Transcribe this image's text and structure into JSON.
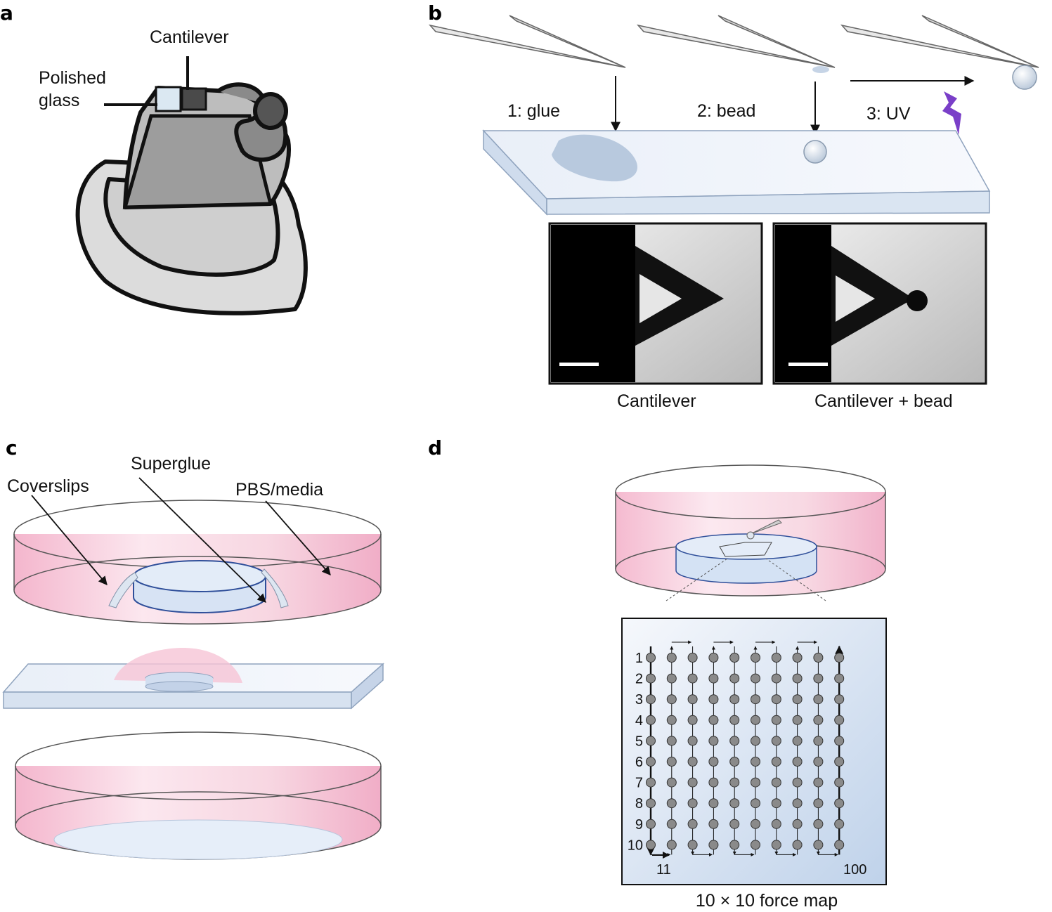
{
  "panels": {
    "a": {
      "letter": "a",
      "labels": {
        "cantilever": "Cantilever",
        "polished_line1": "Polished",
        "polished_line2": "glass"
      }
    },
    "b": {
      "letter": "b",
      "steps": [
        "1: glue",
        "2: bead",
        "3: UV"
      ],
      "image_captions": [
        "Cantilever",
        "Cantilever + bead"
      ]
    },
    "c": {
      "letter": "c",
      "labels": {
        "coverslips": "Coverslips",
        "superglue": "Superglue",
        "media": "PBS/media"
      }
    },
    "d": {
      "letter": "d",
      "grid": {
        "rows": 10,
        "cols": 10
      },
      "row_labels": [
        "1",
        "2",
        "3",
        "4",
        "5",
        "6",
        "7",
        "8",
        "9",
        "10"
      ],
      "index_labels": {
        "second_column_start": "11",
        "last": "100"
      },
      "caption": "10 × 10 force map"
    }
  },
  "colors": {
    "media_pink": "#f2b8cc",
    "glass_blue": "#c9d8ec",
    "outline": "#111111",
    "uv_purple": "#7a3fc8",
    "dot_gray": "#8a8a8a"
  }
}
